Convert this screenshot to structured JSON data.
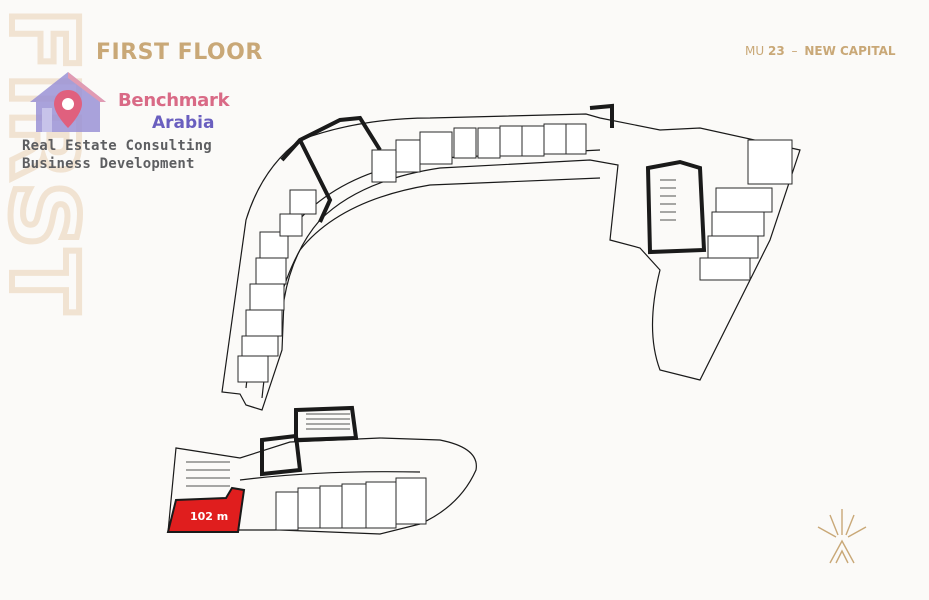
{
  "header": {
    "floor_title": "FIRST FLOOR",
    "vertical_word": "FIRST",
    "project_prefix": "MU",
    "project_number": "23",
    "project_separator": "–",
    "project_city": "NEW CAPITAL"
  },
  "branding": {
    "brand_name": "Benchmark",
    "brand_sub": "Arabia",
    "tagline_line1": "Real Estate Consulting",
    "tagline_line2": "Business Development",
    "logo_icon": "house-location-pin-icon",
    "accent_pink": "#d96a86",
    "accent_purple": "#6a5fbf"
  },
  "plan": {
    "highlighted_unit_label": "102 m",
    "highlight_color": "#e01e1e",
    "wall_color": "#1a1a1a",
    "corner_mark_icon": "gold-star-burst-icon",
    "gold_color": "#c9a877"
  }
}
